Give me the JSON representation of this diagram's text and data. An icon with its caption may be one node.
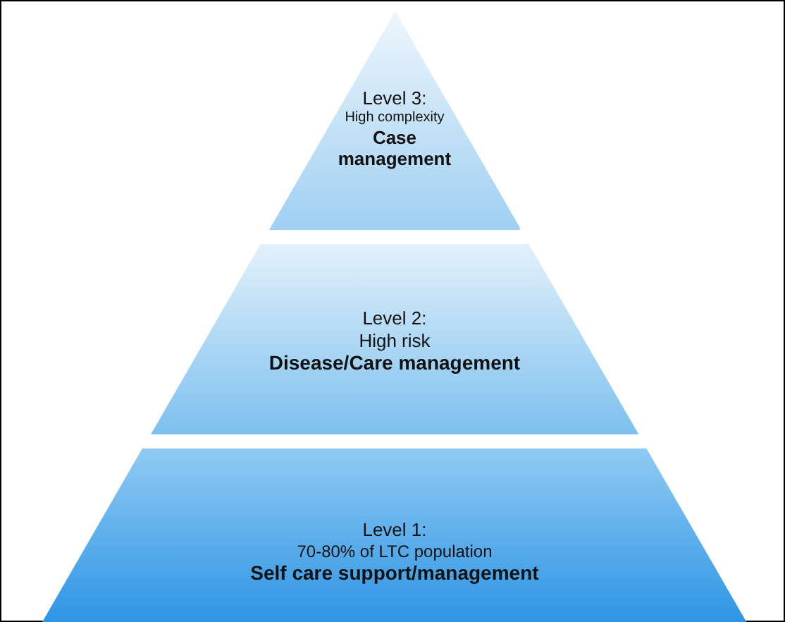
{
  "diagram": {
    "nodes": [
      {
        "text": [
          "Level 3:",
          "High complexity",
          "Case management"
        ]
      },
      {
        "text": [
          "Level 2:",
          "High risk",
          "Disease/Care management"
        ]
      },
      {
        "text": [
          "Level 1:",
          "70-80% of LTC population",
          "Self care support/management"
        ]
      }
    ]
  }
}
